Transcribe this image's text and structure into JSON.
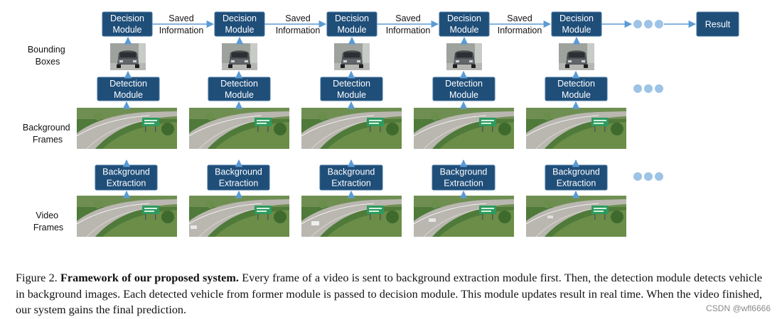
{
  "row_labels": {
    "bounding_boxes": [
      "Bounding",
      "Boxes"
    ],
    "background_frames": [
      "Background",
      "Frames"
    ],
    "video_frames": [
      "Video",
      "Frames"
    ]
  },
  "decision_module": [
    "Decision",
    "Module"
  ],
  "detection_module": [
    "Detection",
    "Module"
  ],
  "background_extraction": [
    "Background",
    "Extraction"
  ],
  "saved_information": [
    "Saved",
    "Information"
  ],
  "result": "Result",
  "caption": {
    "figure_label": "Figure 2.",
    "bold_title": "Framework of our proposed system.",
    "body": "Every frame of a video is sent to background extraction module first. Then, the detection module detects vehicle in background images. Each detected vehicle from former module is passed to decision module. This module updates result in real time. When the video finished, our system gains the final prediction."
  },
  "watermark": "CSDN @wfl6666",
  "colors": {
    "box_fill": "#1f4e79",
    "box_stroke": "#41719c",
    "arrow": "#5b9bd5",
    "dots": "#9dc3e6"
  }
}
